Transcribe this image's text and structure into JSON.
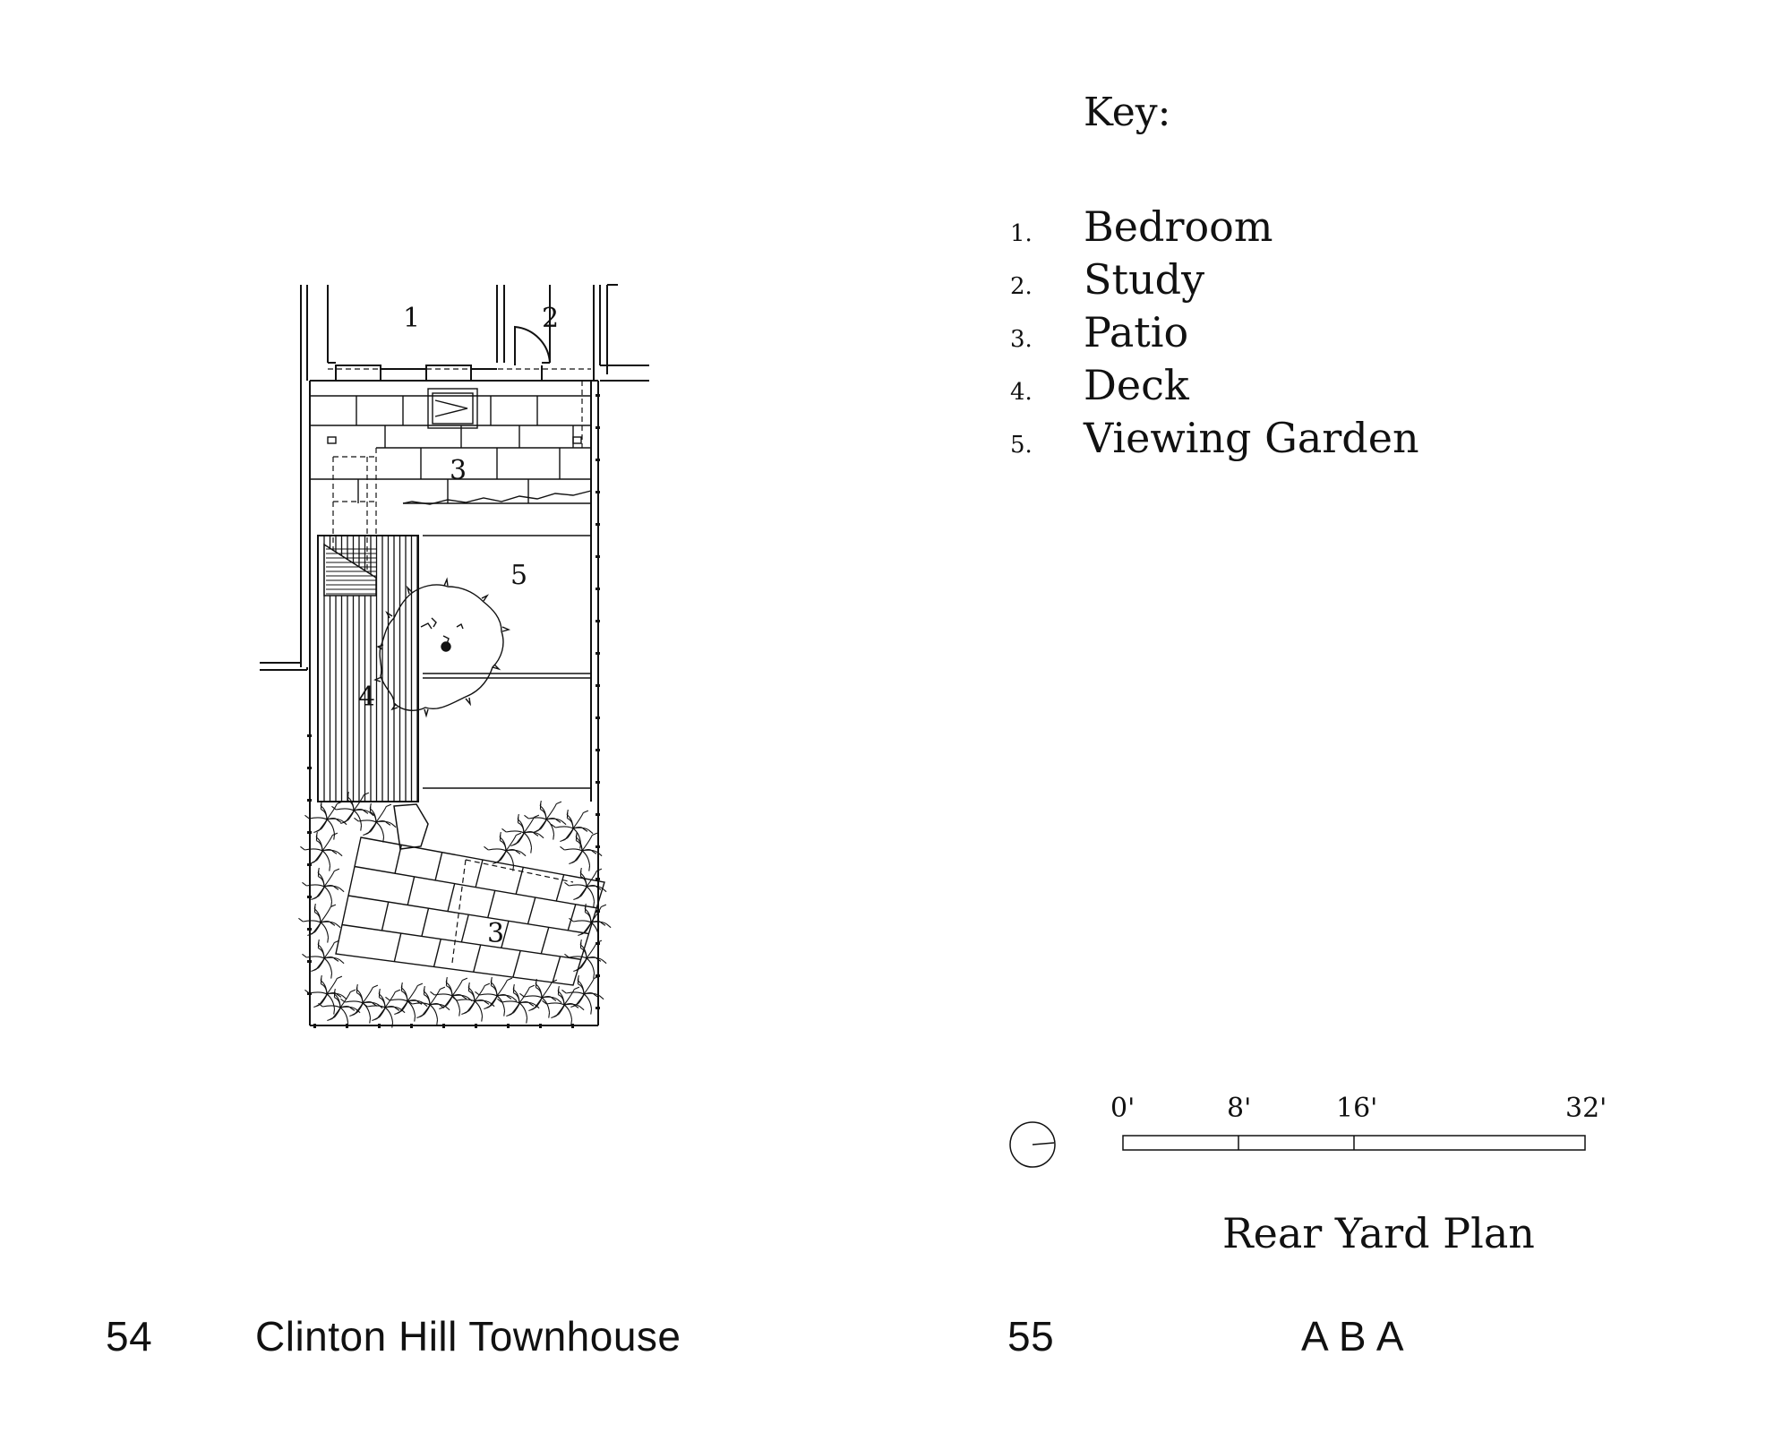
{
  "plan_labels": {
    "bedroom": "1",
    "study": "2",
    "patio_upper": "3",
    "deck": "4",
    "viewing_garden": "5",
    "patio_lower": "3"
  },
  "key": {
    "title": "Key:",
    "items": [
      {
        "num": "1.",
        "label": "Bedroom"
      },
      {
        "num": "2.",
        "label": "Study"
      },
      {
        "num": "3.",
        "label": "Patio"
      },
      {
        "num": "4.",
        "label": "Deck"
      },
      {
        "num": "5.",
        "label": "Viewing Garden"
      }
    ]
  },
  "scale_bar": {
    "ticks": [
      "0'",
      "8'",
      "16'",
      "32'"
    ]
  },
  "plan_title": "Rear Yard Plan",
  "footer": {
    "left_page_number": "54",
    "left_title": "Clinton Hill Townhouse",
    "right_page_number": "55",
    "right_title": "A B A"
  }
}
